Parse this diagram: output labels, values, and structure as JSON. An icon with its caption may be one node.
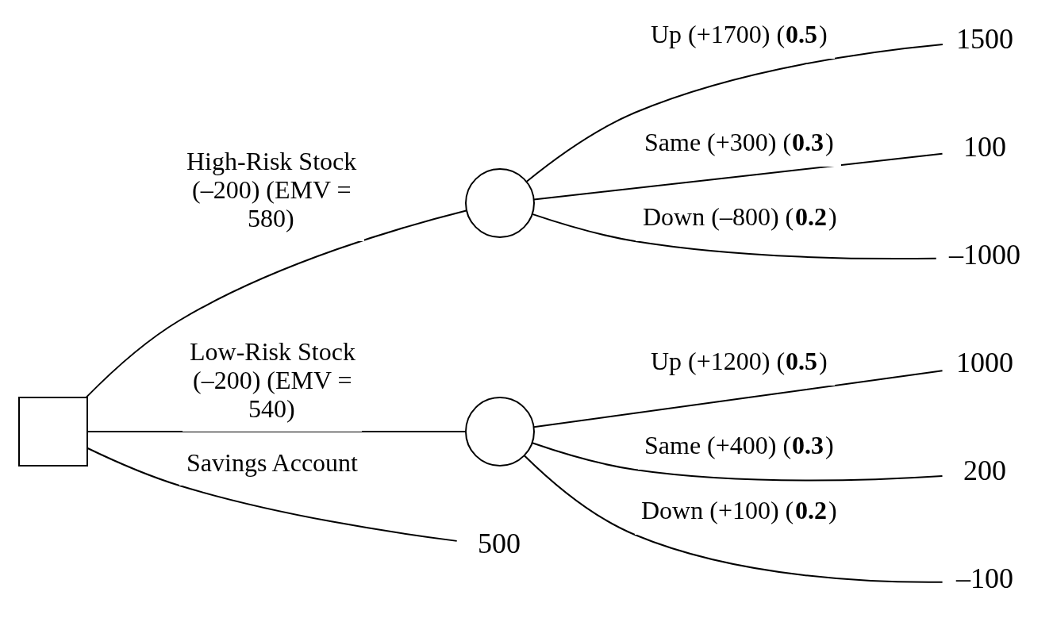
{
  "diagram": {
    "nodes": [
      {
        "text": [],
        "shape": "box"
      },
      {
        "text": [],
        "shape": "circle"
      },
      {
        "text": [],
        "shape": "circle"
      },
      {
        "text": [
          "1500"
        ]
      },
      {
        "text": [
          "100"
        ]
      },
      {
        "text": [
          "–1000"
        ]
      },
      {
        "text": [
          "1000"
        ]
      },
      {
        "text": [
          "200"
        ]
      },
      {
        "text": [
          "–100"
        ]
      },
      {
        "text": [
          "500"
        ]
      }
    ],
    "edges": [
      {
        "from": 0,
        "to": 1,
        "arrow": "none",
        "label": "High-Risk Stock (–200) (EMV = 580)"
      },
      {
        "from": 0,
        "to": 2,
        "arrow": "none",
        "label": "Low-Risk Stock (–200) (EMV = 540)"
      },
      {
        "from": 0,
        "to": 9,
        "arrow": "none",
        "label": "Savings Account"
      },
      {
        "from": 1,
        "to": 3,
        "arrow": "none",
        "label": "Up (+1700) (**0.5**)"
      },
      {
        "from": 1,
        "to": 4,
        "arrow": "none",
        "label": "Same (+300) (**0.3**)"
      },
      {
        "from": 1,
        "to": 5,
        "arrow": "none",
        "label": "Down (–800) (**0.2**)"
      },
      {
        "from": 2,
        "to": 6,
        "arrow": "none",
        "label": "Up (+1200) (**0.5**)"
      },
      {
        "from": 2,
        "to": 7,
        "arrow": "none",
        "label": "Same (+400) (**0.3**)"
      },
      {
        "from": 2,
        "to": 8,
        "arrow": "none",
        "label": "Down (+100) (**0.2**)"
      }
    ]
  }
}
